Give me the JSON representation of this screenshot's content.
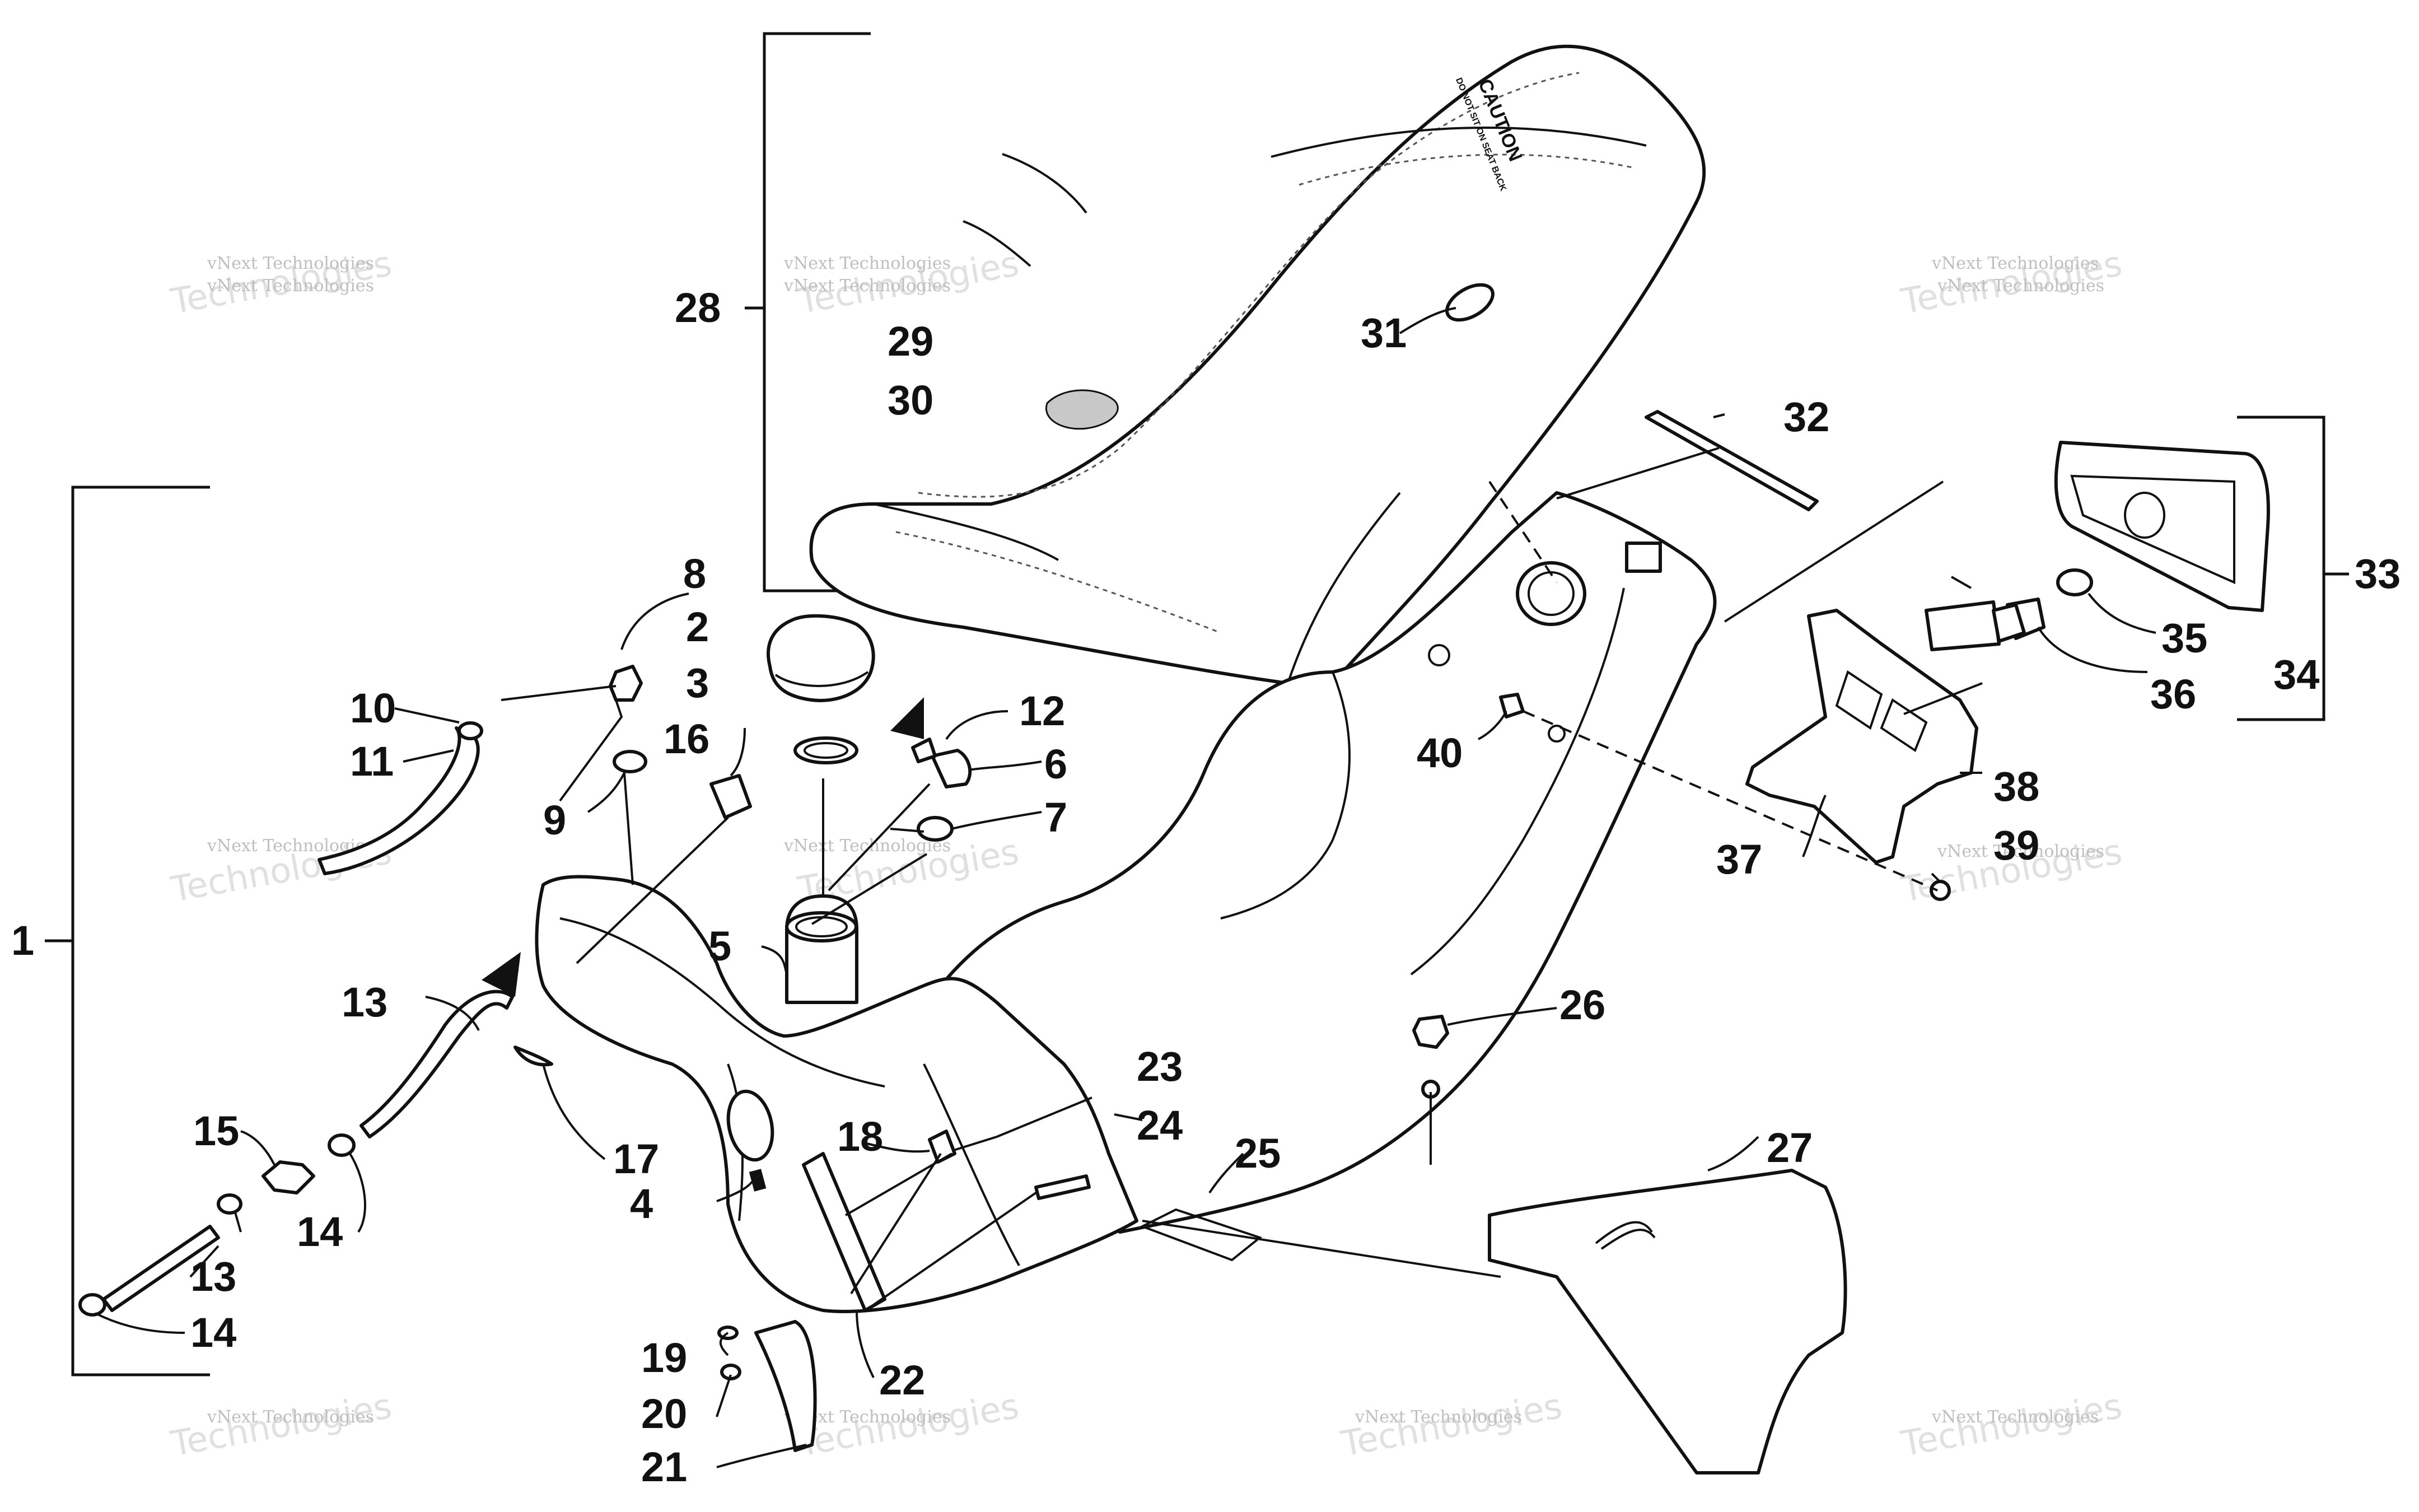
{
  "watermark": {
    "line1": "vNext Technologies",
    "line2": "Technologies"
  },
  "seat_label": {
    "warning": "CAUTION",
    "text": "DO NOT SIT ON SEAT BACK"
  },
  "callouts": [
    "1",
    "2",
    "3",
    "4",
    "5",
    "6",
    "7",
    "8",
    "9",
    "10",
    "11",
    "12",
    "13",
    "13",
    "14",
    "14",
    "15",
    "16",
    "17",
    "18",
    "19",
    "20",
    "21",
    "22",
    "23",
    "24",
    "25",
    "26",
    "27",
    "28",
    "29",
    "30",
    "31",
    "32",
    "33",
    "34",
    "35",
    "36",
    "37",
    "38",
    "39",
    "40"
  ]
}
